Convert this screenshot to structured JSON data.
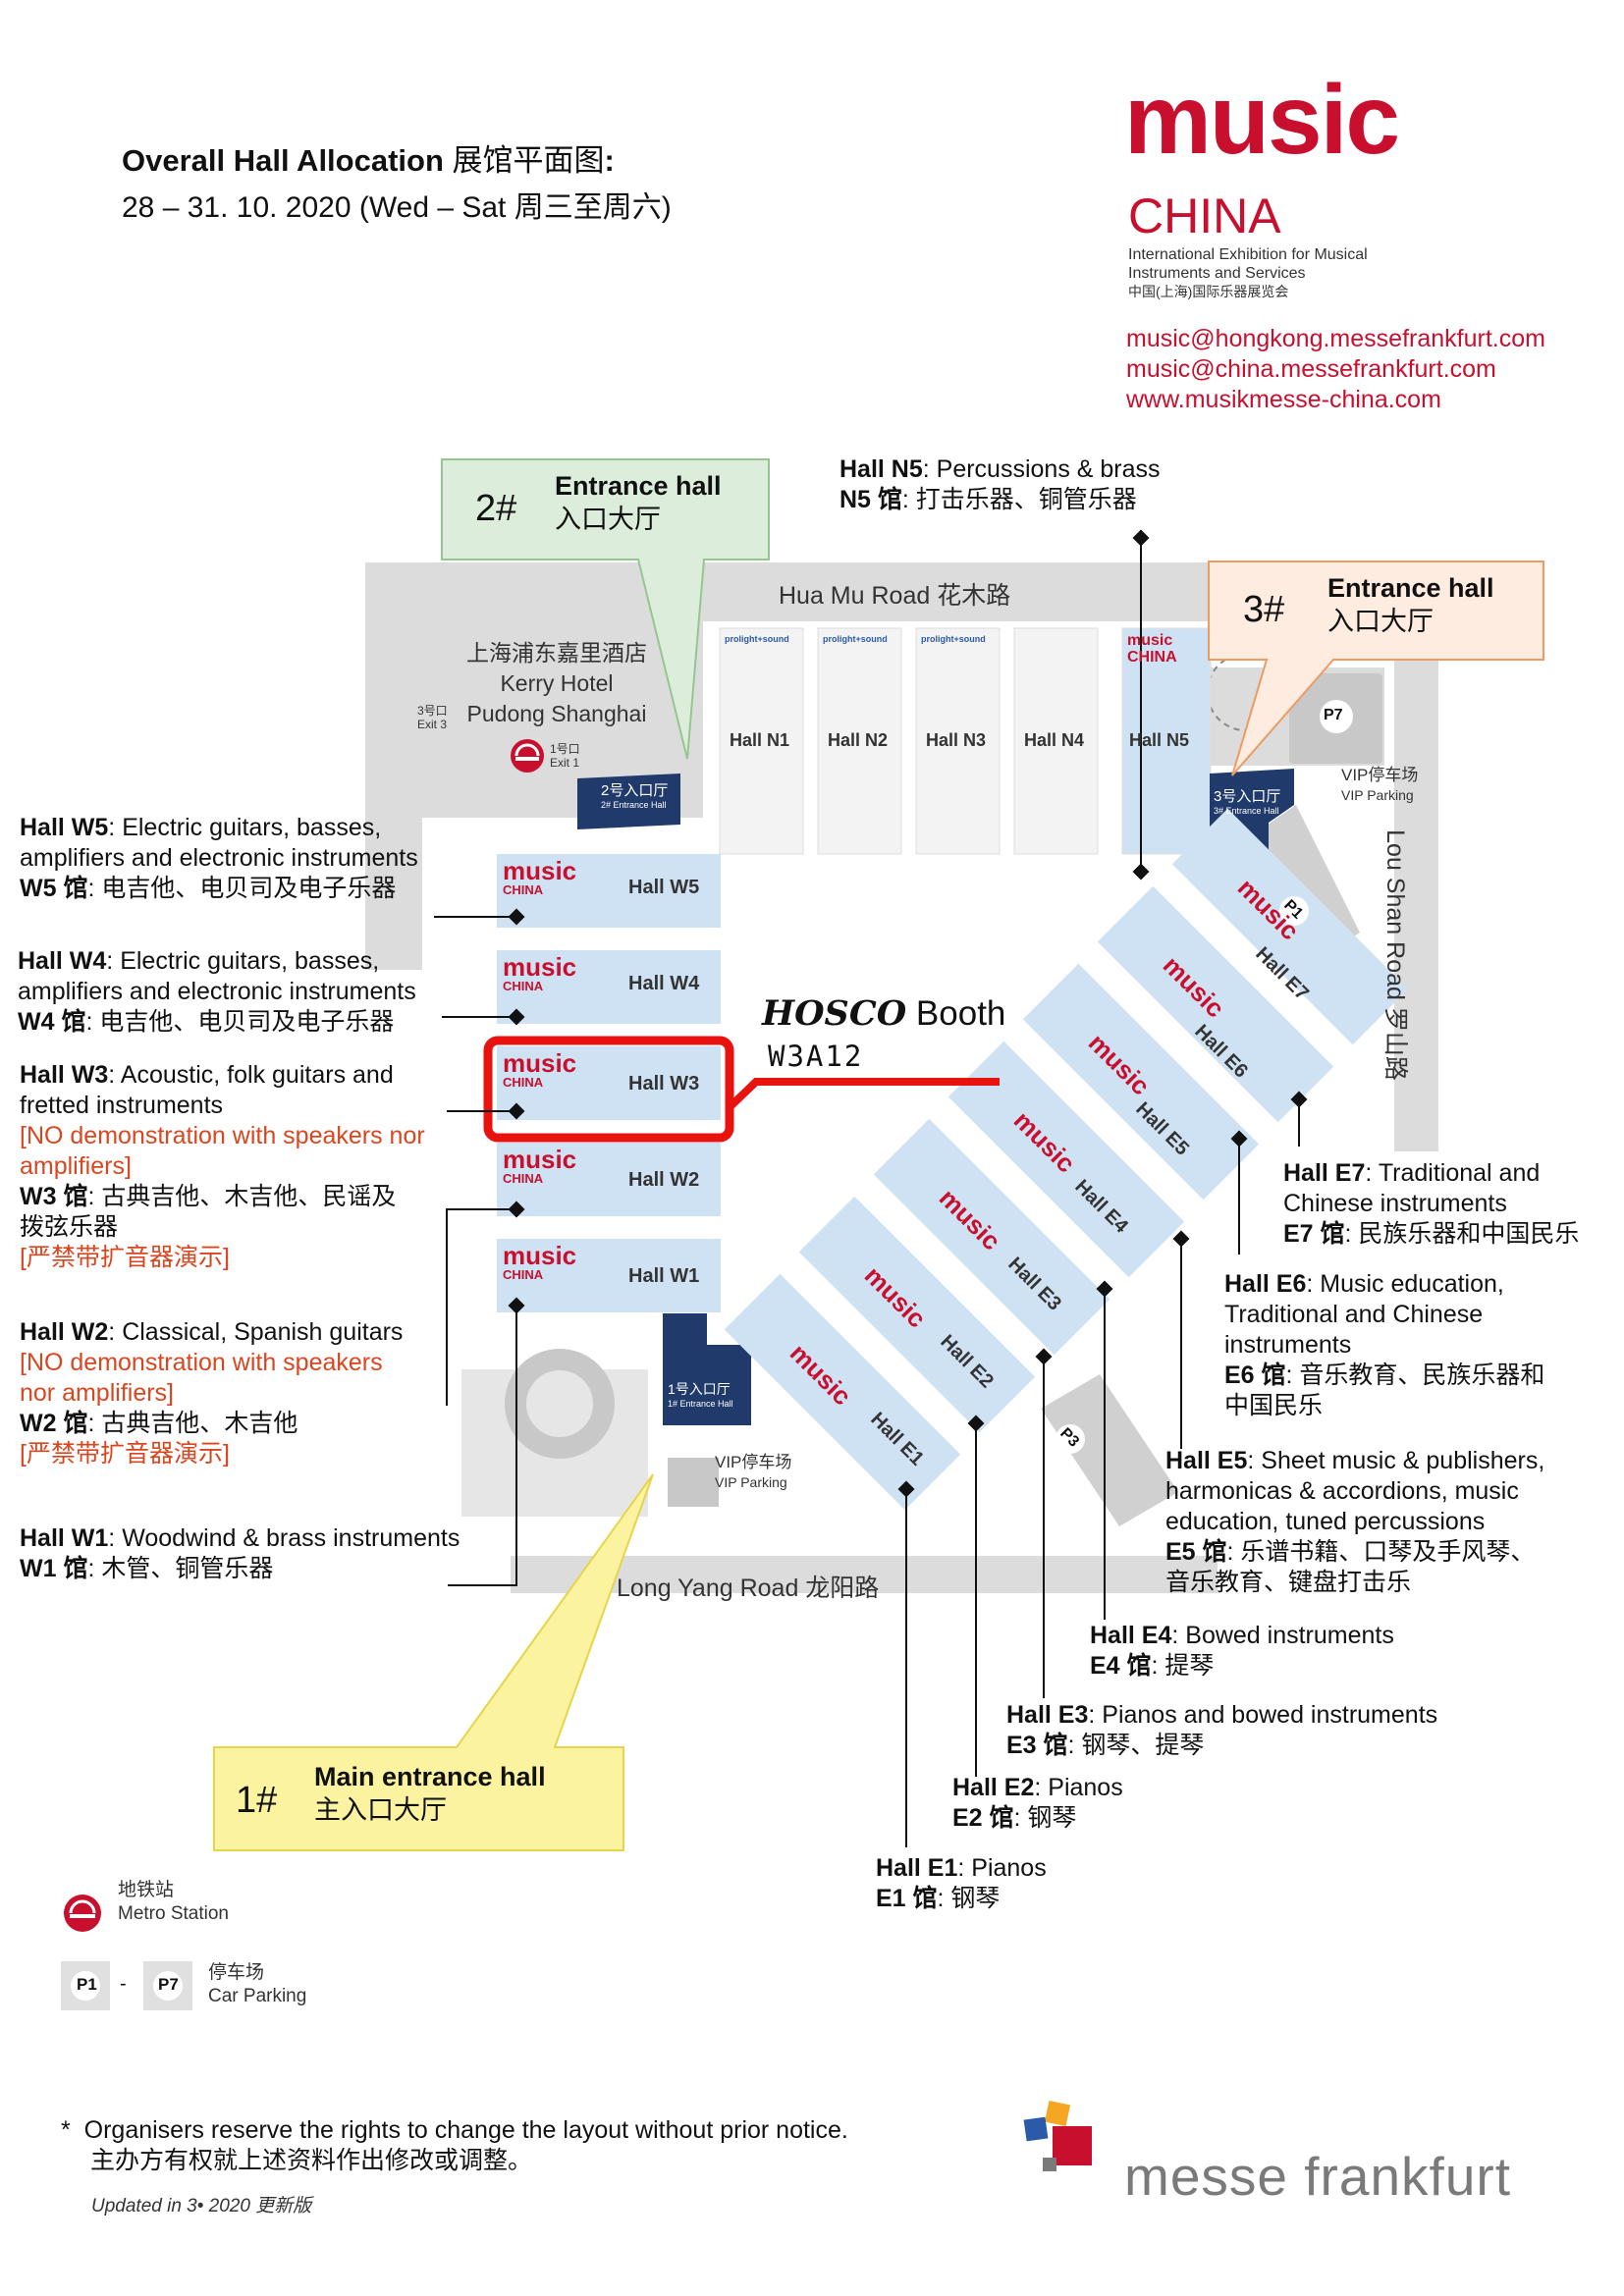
{
  "header": {
    "title": "Overall Hall Allocation",
    "title_cn": "展馆平面图",
    "title_colon": ":",
    "dates": "28 – 31. 10. 2020  (Wed – Sat 周三至周六)"
  },
  "brand": {
    "logo_word": "music",
    "logo_word2": "CHINA",
    "tagline1": "International Exhibition for Musical",
    "tagline2": "Instruments and Services",
    "tagline_cn": "中国(上海)国际乐器展览会",
    "email1": "music@hongkong.messefrankfurt.com",
    "email2": "music@china.messefrankfurt.com",
    "website": "www.musikmesse-china.com",
    "accent": "#c8102e"
  },
  "entrances": {
    "e2": {
      "num": "2#",
      "en": "Entrance hall",
      "cn": "入口大厅",
      "map_cn": "2号入口厅",
      "map_en": "2# Entrance Hall"
    },
    "e3": {
      "num": "3#",
      "en": "Entrance hall",
      "cn": "入口大厅",
      "map_cn": "3号入口厅",
      "map_en": "3# Entrance Hall"
    },
    "e1": {
      "num": "1#",
      "en": "Main entrance hall",
      "cn": "主入口大厅",
      "map_cn": "1号入口厅",
      "map_en": "1# Entrance Hall"
    }
  },
  "roads": {
    "north": "Hua Mu Road 花木路",
    "south": "Long Yang Road 龙阳路",
    "east": "Lou Shan Road 罗山路"
  },
  "hotel": {
    "cn": "上海浦东嘉里酒店",
    "en1": "Kerry Hotel",
    "en2": "Pudong Shanghai"
  },
  "exits": {
    "exit3_cn": "3号口",
    "exit3_en": "Exit 3",
    "exit1_cn": "1号口",
    "exit1_en": "Exit 1"
  },
  "parking": {
    "vip_cn": "VIP停车场",
    "vip_en": "VIP Parking",
    "p7": "P7",
    "p1": "P1",
    "p3": "P3"
  },
  "north_halls": [
    {
      "name": "Hall N1",
      "badge": "prolight+sound"
    },
    {
      "name": "Hall N2",
      "badge": "prolight+sound"
    },
    {
      "name": "Hall N3",
      "badge": "prolight+sound"
    },
    {
      "name": "Hall N4",
      "badge": ""
    },
    {
      "name": "Hall N5",
      "badge": "music CHINA"
    }
  ],
  "west_halls": [
    "Hall W5",
    "Hall W4",
    "Hall W3",
    "Hall W2",
    "Hall W1"
  ],
  "east_halls": [
    "Hall E1",
    "Hall E2",
    "Hall E3",
    "Hall E4",
    "Hall E5",
    "Hall E6",
    "Hall E7"
  ],
  "hall_logo": {
    "music": "music",
    "china": "CHINA"
  },
  "hosco": {
    "brand": "HOSCO",
    "booth_word": "Booth",
    "booth": "W3A12",
    "color": "#e8130e"
  },
  "labels": {
    "n5": {
      "en_name": "Hall N5",
      "en": ": Percussions & brass",
      "cn_name": "N5 馆",
      "cn": ": 打击乐器、铜管乐器"
    },
    "w5": {
      "en_name": "Hall W5",
      "en": ": Electric guitars, basses,",
      "en2": "amplifiers and electronic instruments",
      "cn_name": "W5 馆",
      "cn": ": 电吉他、电贝司及电子乐器"
    },
    "w4": {
      "en_name": "Hall W4",
      "en": ": Electric guitars, basses,",
      "en2": "amplifiers and electronic instruments",
      "cn_name": "W4 馆",
      "cn": ": 电吉他、电贝司及电子乐器"
    },
    "w3": {
      "en_name": "Hall W3",
      "en": ": Acoustic, folk guitars and",
      "en2": "fretted instruments",
      "warn1": "[NO demonstration with speakers nor",
      "warn2": "amplifiers]",
      "cn_name": "W3 馆",
      "cn": ": 古典吉他、木吉他、民谣及",
      "cn2": "拨弦乐器",
      "warn_cn": "[严禁带扩音器演示]"
    },
    "w2": {
      "en_name": "Hall W2",
      "en": ": Classical, Spanish guitars",
      "warn1": "[NO demonstration with speakers",
      "warn2": "nor amplifiers]",
      "cn_name": "W2 馆",
      "cn": ": 古典吉他、木吉他",
      "warn_cn": "[严禁带扩音器演示]"
    },
    "w1": {
      "en_name": "Hall W1",
      "en": ": Woodwind & brass instruments",
      "cn_name": "W1 馆",
      "cn": ": 木管、铜管乐器"
    },
    "e7": {
      "en_name": "Hall E7",
      "en": ": Traditional and",
      "en2": "Chinese instruments",
      "cn_name": "E7 馆",
      "cn": ": 民族乐器和中国民乐"
    },
    "e6": {
      "en_name": "Hall E6",
      "en": ": Music education,",
      "en2": "Traditional and Chinese",
      "en3": "instruments",
      "cn_name": "E6 馆",
      "cn": ": 音乐教育、民族乐器和",
      "cn2": "中国民乐"
    },
    "e5": {
      "en_name": "Hall E5",
      "en": ": Sheet music & publishers,",
      "en2": "harmonicas & accordions, music",
      "en3": "education, tuned percussions",
      "cn_name": "E5 馆",
      "cn": ": 乐谱书籍、口琴及手风琴、",
      "cn2": "音乐教育、键盘打击乐"
    },
    "e4": {
      "en_name": "Hall E4",
      "en": ": Bowed instruments",
      "cn_name": "E4 馆",
      "cn": ": 提琴"
    },
    "e3": {
      "en_name": "Hall E3",
      "en": ": Pianos and bowed instruments",
      "cn_name": "E3 馆",
      "cn": ": 钢琴、提琴"
    },
    "e2": {
      "en_name": "Hall E2",
      "en": ": Pianos",
      "cn_name": "E2 馆",
      "cn": ": 钢琴"
    },
    "e1": {
      "en_name": "Hall E1",
      "en": ": Pianos",
      "cn_name": "E1 馆",
      "cn": ": 钢琴"
    }
  },
  "legend": {
    "metro_cn": "地铁站",
    "metro_en": "Metro Station",
    "p_from": "P1",
    "dash": "-",
    "p_to": "P7",
    "parking_cn": "停车场",
    "parking_en": "Car Parking"
  },
  "footer": {
    "note_star": "*",
    "note": "Organisers reserve the rights to change the layout without prior notice.",
    "note_cn": "主办方有权就上述资料作出修改或调整。",
    "updated": "Updated in 3• 2020 更新版",
    "mf_logo": "messe frankfurt"
  }
}
